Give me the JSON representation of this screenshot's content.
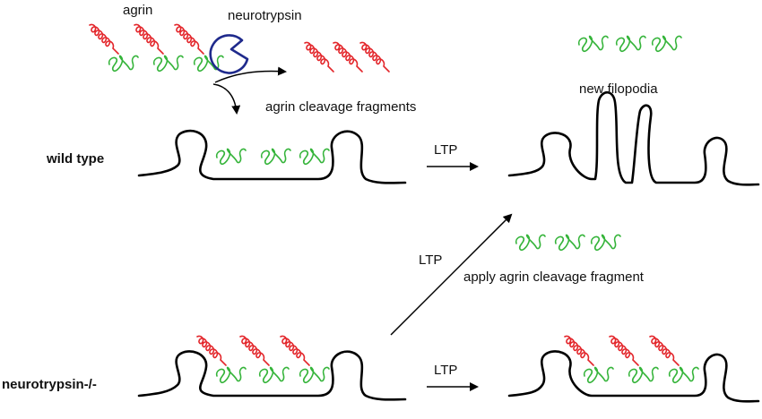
{
  "labels": {
    "agrin": "agrin",
    "neurotrypsin": "neurotrypsin",
    "cleavage_fragments": "agrin cleavage fragments",
    "new_filopodia": "new filopodia",
    "wild_type": "wild type",
    "neurotrypsin_ko": "neurotrypsin-/-",
    "ltp_top": "LTP",
    "ltp_diag": "LTP",
    "ltp_bottom": "LTP",
    "apply_fragment": "apply agrin cleavage fragment"
  },
  "colors": {
    "agrin_n_terminal": "#e3262b",
    "agrin_c_fragment": "#35b43a",
    "neurotrypsin": "#1f2a8c",
    "membrane": "#000000"
  }
}
